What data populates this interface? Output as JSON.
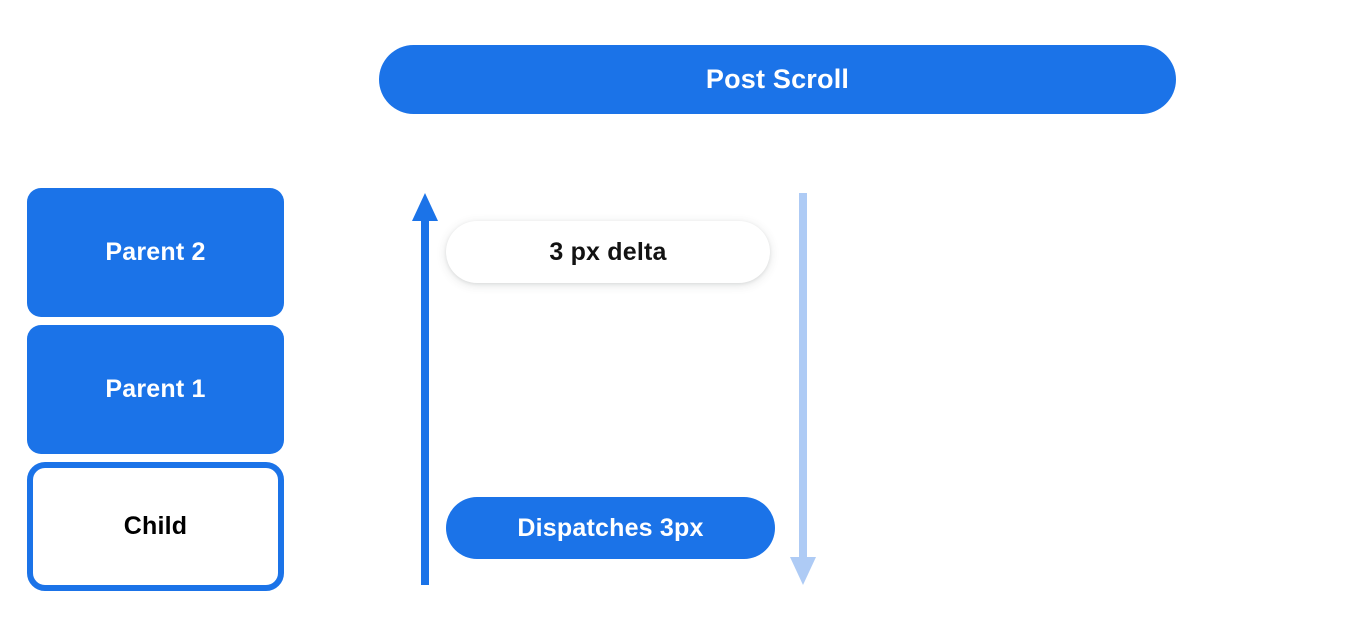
{
  "diagram": {
    "title": "Post Scroll",
    "background_color": "#ffffff",
    "accent_color": "#1b73e8",
    "muted_accent_color": "#aecbf5",
    "header": {
      "label": "Post Scroll"
    },
    "nodes": [
      {
        "label": "Parent 2",
        "style": "filled"
      },
      {
        "label": "Parent 1",
        "style": "filled"
      },
      {
        "label": "Child",
        "style": "outlined"
      }
    ],
    "flow": {
      "up_arrow": {
        "name": "scroll-bubble-up-arrow",
        "direction": "up",
        "color": "#1b73e8"
      },
      "down_arrow": {
        "name": "scroll-propagate-down-arrow",
        "direction": "down",
        "color": "#aecbf5"
      },
      "annotations": [
        {
          "label": "3 px delta",
          "style": "light"
        },
        {
          "label": "Dispatches 3px",
          "style": "solid"
        }
      ]
    }
  }
}
